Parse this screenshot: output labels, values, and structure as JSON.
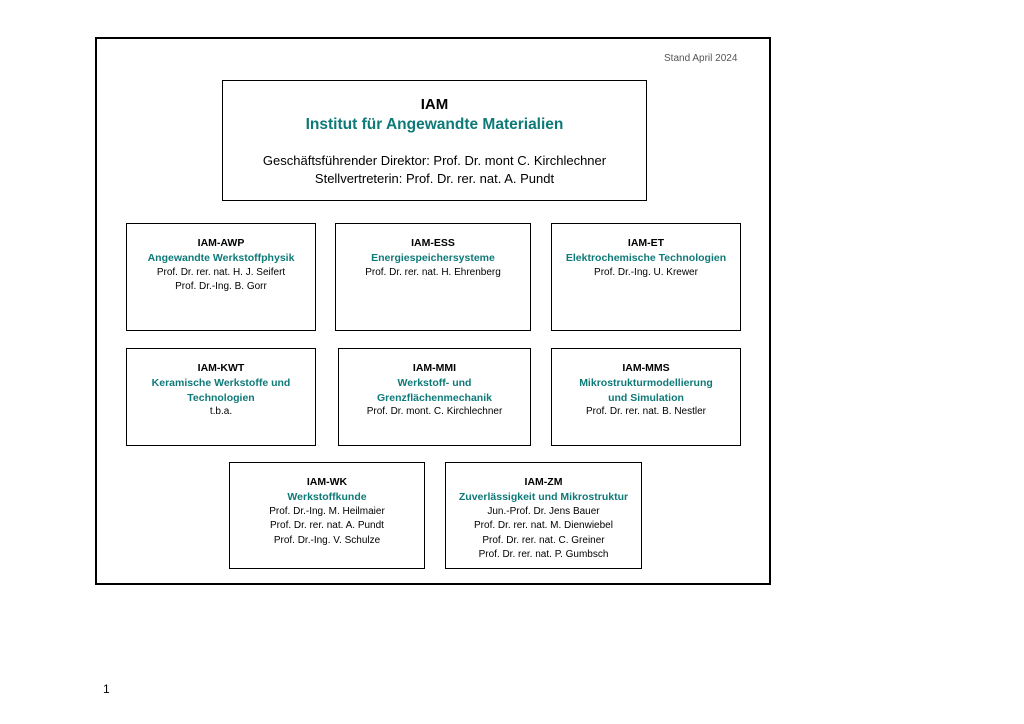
{
  "stand": "Stand April 2024",
  "main": {
    "abbr": "IAM",
    "name": "Institut für Angewandte Materialien",
    "director": "Geschäftsführender Direktor: Prof. Dr. mont C. Kirchlechner",
    "deputy": "Stellvertreterin: Prof. Dr. rer. nat. A. Pundt"
  },
  "units": [
    {
      "abbr": "IAM-AWP",
      "name": [
        "Angewandte Werkstoffphysik"
      ],
      "people": [
        "Prof. Dr. rer. nat. H. J. Seifert",
        "Prof. Dr.-Ing. B. Gorr"
      ]
    },
    {
      "abbr": "IAM-ESS",
      "name": [
        "Energiespeichersysteme"
      ],
      "people": [
        "Prof. Dr. rer. nat. H. Ehrenberg"
      ]
    },
    {
      "abbr": "IAM-ET",
      "name": [
        "Elektrochemische Technologien"
      ],
      "people": [
        "Prof. Dr.-Ing. U. Krewer"
      ]
    },
    {
      "abbr": "IAM-KWT",
      "name": [
        "Keramische Werkstoffe und",
        "Technologien"
      ],
      "people": [
        "t.b.a."
      ]
    },
    {
      "abbr": "IAM-MMI",
      "name": [
        "Werkstoff- und",
        "Grenzflächenmechanik"
      ],
      "people": [
        "Prof. Dr. mont. C. Kirchlechner"
      ]
    },
    {
      "abbr": "IAM-MMS",
      "name": [
        "Mikrostrukturmodellierung",
        "und Simulation"
      ],
      "people": [
        "Prof. Dr. rer. nat. B. Nestler"
      ]
    },
    {
      "abbr": "IAM-WK",
      "name": [
        "Werkstoffkunde"
      ],
      "people": [
        "Prof. Dr.-Ing. M. Heilmaier",
        "Prof. Dr. rer. nat. A. Pundt",
        "Prof. Dr.-Ing. V. Schulze"
      ]
    },
    {
      "abbr": "IAM-ZM",
      "name": [
        "Zuverlässigkeit und Mikrostruktur"
      ],
      "people": [
        "Jun.-Prof. Dr. Jens Bauer",
        "Prof. Dr. rer. nat. M. Dienwiebel",
        "Prof. Dr. rer. nat. C. Greiner",
        "Prof. Dr. rer. nat. P. Gumbsch"
      ]
    }
  ],
  "page_number": "1"
}
